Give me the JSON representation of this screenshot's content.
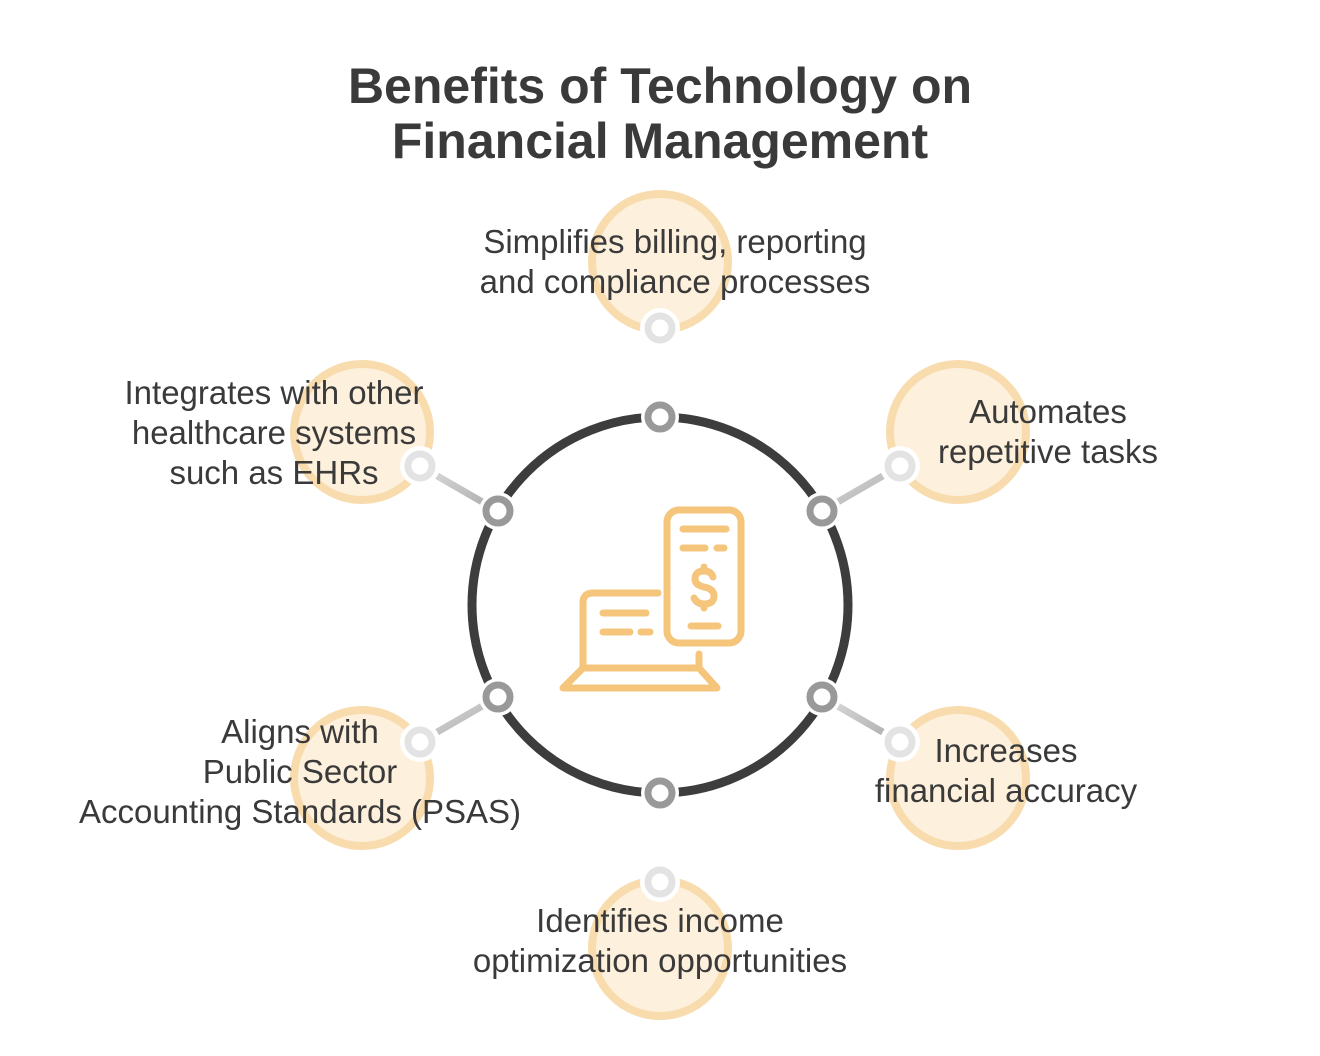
{
  "title": {
    "line1": "Benefits of Technology on",
    "line2": "Financial Management"
  },
  "center_icon": "laptop-and-phone-payment-icon",
  "colors": {
    "ring": "#3c3d3c",
    "accent": "#f5c57c",
    "bubble_fill": "#fdf0dc",
    "bubble_stroke": "#f8dcae",
    "text": "#3a3a3a"
  },
  "benefits": [
    {
      "lines": [
        "Simplifies billing, reporting",
        "and compliance processes"
      ]
    },
    {
      "lines": [
        "Automates",
        "repetitive tasks"
      ]
    },
    {
      "lines": [
        "Increases",
        "financial accuracy"
      ]
    },
    {
      "lines": [
        "Identifies income",
        "optimization opportunities"
      ]
    },
    {
      "lines": [
        "Aligns with",
        "Public Sector",
        "Accounting Standards (PSAS)"
      ]
    },
    {
      "lines": [
        "Integrates with other",
        "healthcare systems",
        "such as EHRs"
      ]
    }
  ]
}
